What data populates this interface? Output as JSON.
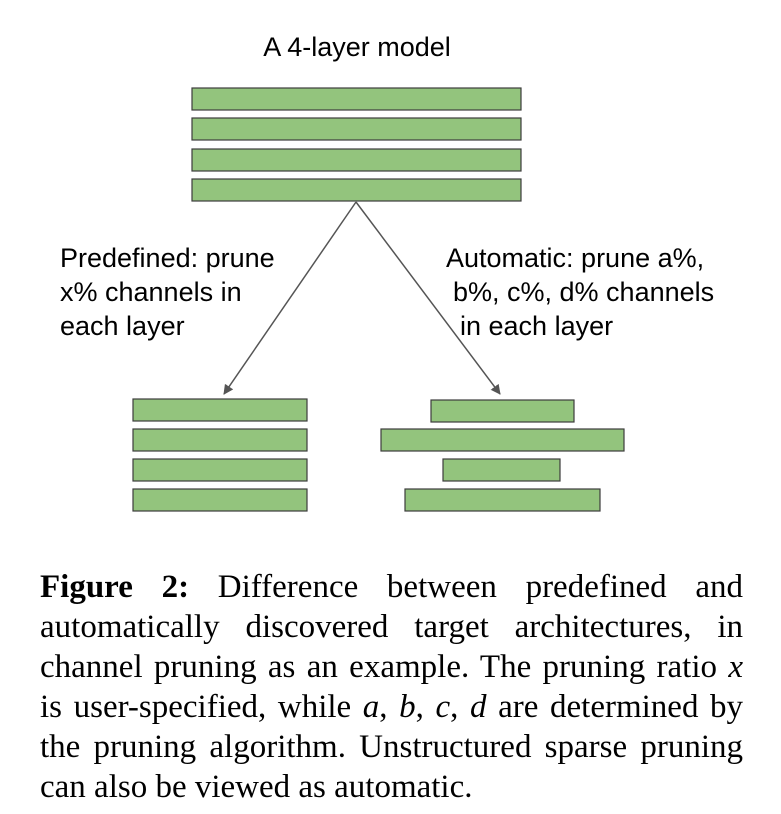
{
  "diagram": {
    "title": "A 4-layer model",
    "predefined_label": [
      "Predefined: prune",
      "x% channels in",
      "each layer"
    ],
    "automatic_label": [
      "Automatic: prune a%,",
      "b%, c%, d% channels",
      "in each layer"
    ],
    "layer_fill": "#93c47d",
    "layer_stroke": "#3d3d3d",
    "arrow_color": "#555555"
  },
  "caption": {
    "figure_label": "Figure 2:",
    "t1": " Difference between predefined and automatically discovered target architectures, in channel pruning as an example. The pruning ratio ",
    "x": "x",
    "t2": " is user-specified, while ",
    "a": "a",
    "b": "b",
    "c": "c",
    "d": "d",
    "sep": ", ",
    "t3": " are determined by the pruning algorithm. Unstructured sparse pruning can also be viewed as automatic."
  }
}
